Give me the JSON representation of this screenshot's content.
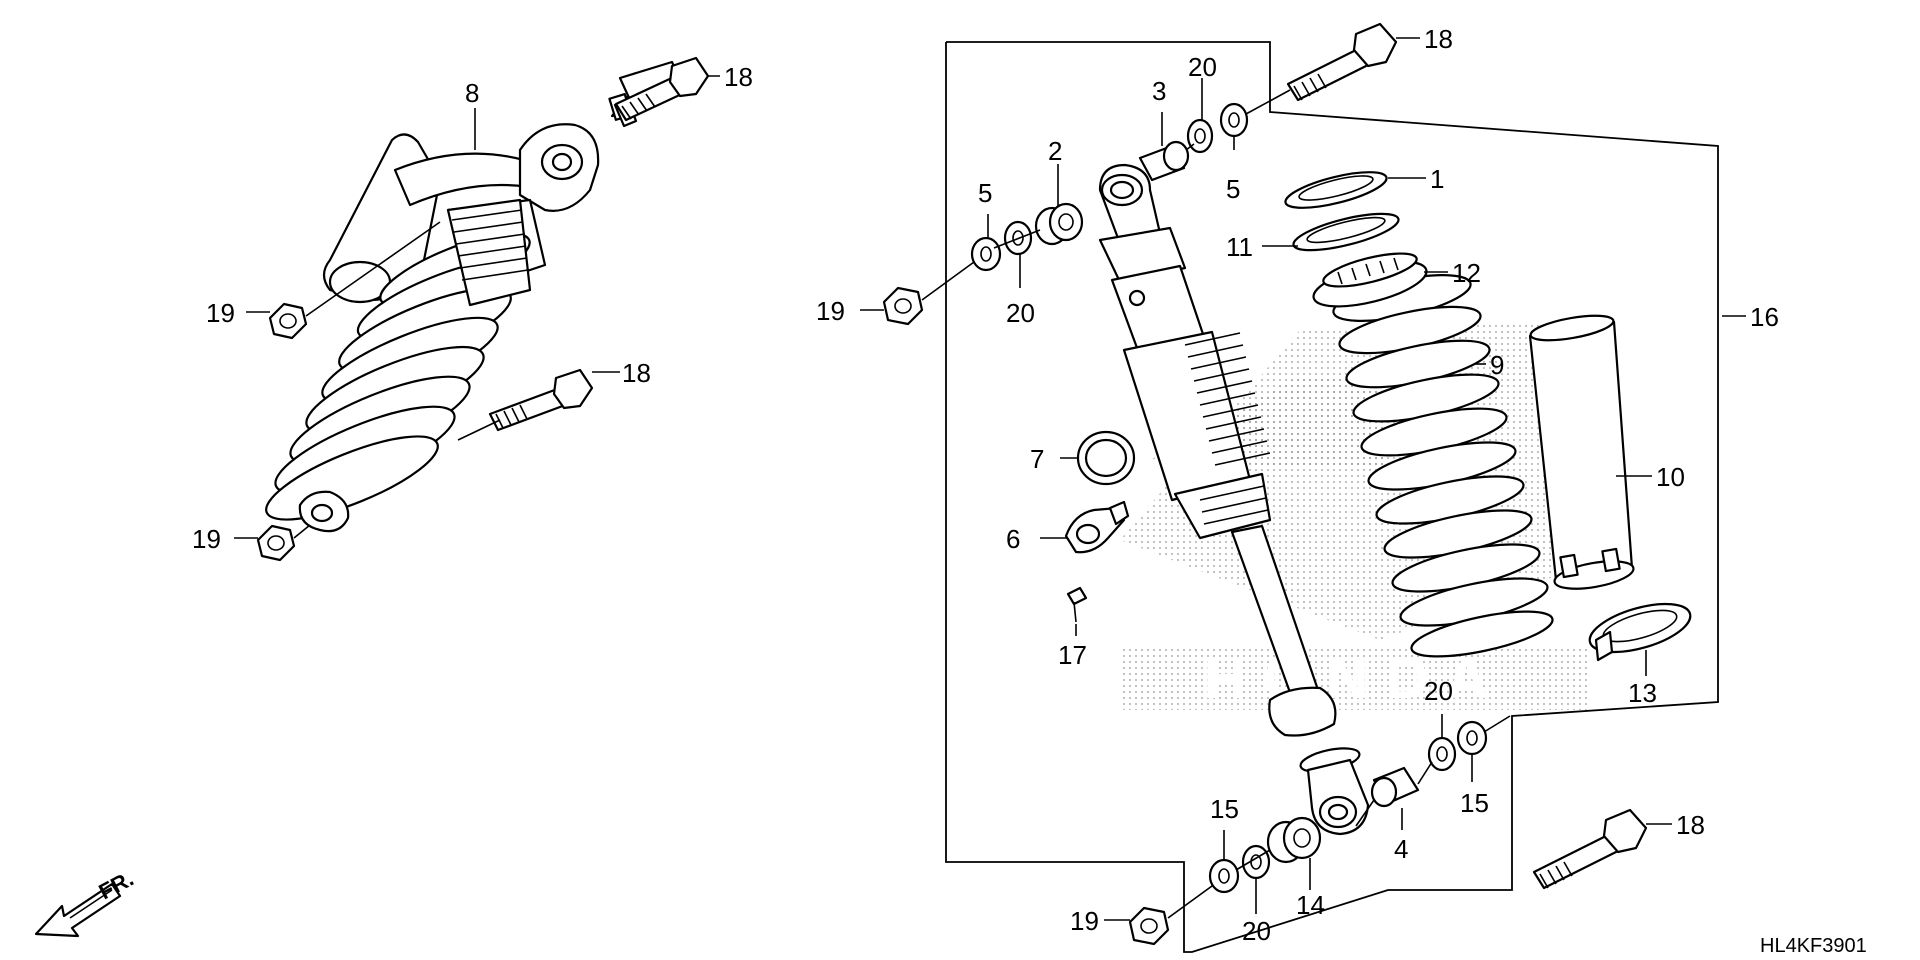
{
  "diagram_code": "HL4KF3901",
  "direction_label": "FR.",
  "watermark": "HONDA",
  "part_labels": {
    "p1": "1",
    "p2": "2",
    "p3": "3",
    "p4": "4",
    "p5a": "5",
    "p5b": "5",
    "p6": "6",
    "p7": "7",
    "p8": "8",
    "p9": "9",
    "p10": "10",
    "p11": "11",
    "p12": "12",
    "p13": "13",
    "p14": "14",
    "p15a": "15",
    "p15b": "15",
    "p16": "16",
    "p17": "17",
    "p18a": "18",
    "p18b": "18",
    "p18c": "18",
    "p18d": "18",
    "p19a": "19",
    "p19b": "19",
    "p19c": "19",
    "p19d": "19",
    "p20a": "20",
    "p20b": "20",
    "p20c": "20",
    "p20d": "20"
  }
}
